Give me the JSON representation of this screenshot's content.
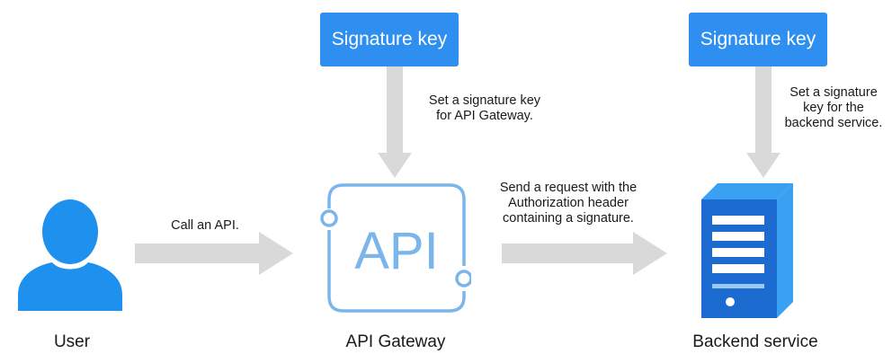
{
  "diagram": {
    "left_key": {
      "label": "Signature key"
    },
    "right_key": {
      "label": "Signature key"
    },
    "gateway_note": {
      "line1": "Set a signature key",
      "line2": "for API Gateway."
    },
    "backend_note": {
      "line1": "Set a signature",
      "line2": "key for the",
      "line3": "backend service."
    },
    "call_note": "Call an API.",
    "request_note": {
      "line1": "Send a request with the",
      "line2": "Authorization header",
      "line3": "containing a signature."
    },
    "user": {
      "label": "User"
    },
    "gateway": {
      "label": "API Gateway",
      "icon_text": "API"
    },
    "backend": {
      "label": "Backend service"
    }
  },
  "colors": {
    "key_box": "#2f8ff0",
    "arrow": "#d9d9d9",
    "user_icon": "#1e90ee",
    "gateway_icon": "#7ab5ec",
    "server_dark": "#1c6bd0",
    "server_light": "#3aa0f2"
  }
}
